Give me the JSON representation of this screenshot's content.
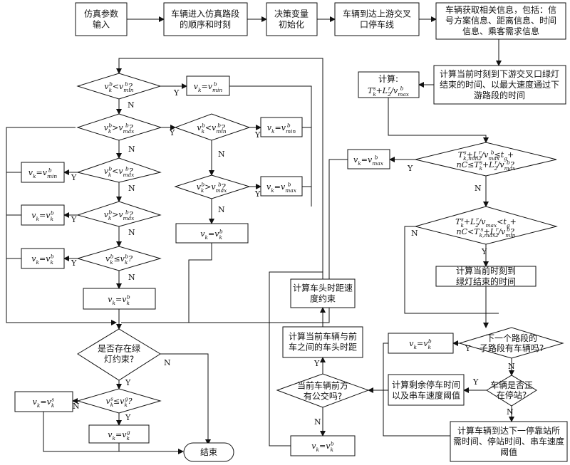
{
  "nodes": {
    "n1": [
      "仿真参数",
      "输入"
    ],
    "n2": [
      "车辆进入仿真路段",
      "的顺序和时刻"
    ],
    "n3": [
      "决策变量",
      "初始化"
    ],
    "n4": [
      "车辆到达上游交叉",
      "口停车线"
    ],
    "n5": [
      "车辆获取相关信息，包括：信",
      "号方案信息、距离信息、时间",
      "信息、乘客需求信息"
    ],
    "n6": [
      "计算当前时刻到下游交叉口绿灯",
      "结束的时间、以最大速度通过下",
      "游路段的时间"
    ],
    "calc": [
      "计算:",
      "T_k^s+L_2^r/v_max^b"
    ],
    "d1": [
      "T_k,min^s+L_2^r/v_max^b≤t_g+",
      "nC≤T_k^s+L_2^r/v_max^b?"
    ],
    "d2": [
      "T_k^s+L_2^r/v_max<t_g+",
      "nC<T_k,max^s+L_2^r/v_min^b?"
    ],
    "n7": [
      "计算当前时刻到",
      "绿灯结束的时间"
    ],
    "d3": [
      "下一个路段的",
      "子路段有车辆吗?"
    ],
    "d4": [
      "车辆是否正",
      "在停站?"
    ],
    "n8": [
      "计算车辆到达下一停靠站所",
      "需时间、停站时间、串车速度",
      "阈值"
    ],
    "n9": [
      "计算剩余停车时间",
      "以及串车速度阈值"
    ],
    "d5": [
      "当前车辆前方",
      "有公交吗?"
    ],
    "n10": [
      "计算当前车辆与前",
      "车之间的车头时距"
    ],
    "n11": [
      "计算车头时距速",
      "度约束"
    ],
    "L1": [
      "v_k^b<v_min^b?"
    ],
    "L2": [
      "v_k^b>v_max^b?"
    ],
    "L3": [
      "v_k^b<v_max^b?"
    ],
    "L4": [
      "v_k^b>v_max^b?"
    ],
    "L5": [
      "v_k^b≤v_k^b?"
    ],
    "M1": [
      "v_k^b<v_min^b?"
    ],
    "M2": [
      "v_k^b>v_max^b?"
    ],
    "d6": [
      "是否存在绿",
      "灯约束?"
    ],
    "d7": [
      "v_k^s≤v_k^g?"
    ],
    "end": [
      "结束"
    ],
    "a1": [
      "v_k=v_min^b"
    ],
    "a2": [
      "v_k=v_min^b"
    ],
    "a3": [
      "v_k=v_max^b"
    ],
    "a4": [
      "v_k=v_min^b"
    ],
    "a5": [
      "v_k=v_k^b"
    ],
    "a6": [
      "v_k=v_k^b"
    ],
    "a7": [
      "v_k=v_k^b"
    ],
    "a8": [
      "v_k=v_k^b"
    ],
    "a9": [
      "v_k=v_max^b"
    ],
    "a10": [
      "v_k=v_k^s"
    ],
    "a11": [
      "v_k=v_k^g"
    ],
    "a12": [
      "v_k=v_k^b"
    ],
    "a13": [
      "v_k=v_k^b"
    ]
  },
  "labels": {
    "Y": "Y",
    "N": "N"
  }
}
